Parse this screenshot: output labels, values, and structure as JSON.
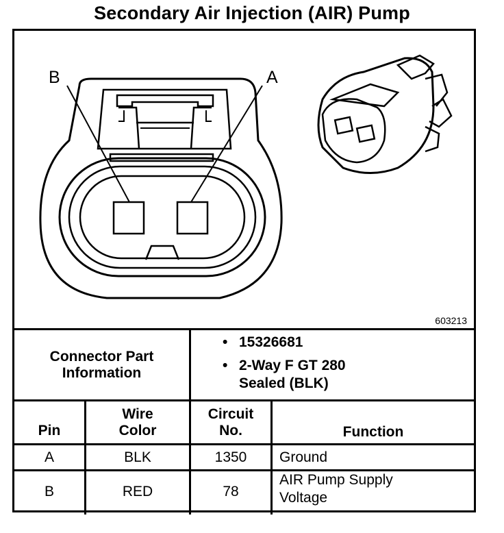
{
  "title": "Secondary Air Injection (AIR) Pump",
  "diagram": {
    "label_b": "B",
    "label_a": "A",
    "figure_id": "603213"
  },
  "connector_info": {
    "heading_line1": "Connector Part",
    "heading_line2": "Information",
    "bullets": [
      "15326681",
      "2-Way F GT 280"
    ],
    "bullet2_cont": "Sealed (BLK)"
  },
  "table": {
    "headers": {
      "pin": "Pin",
      "wire_color_1": "Wire",
      "wire_color_2": "Color",
      "circuit_1": "Circuit",
      "circuit_2": "No.",
      "function": "Function"
    },
    "rows": [
      {
        "pin": "A",
        "color": "BLK",
        "circuit": "1350",
        "function_1": "Ground",
        "function_2": ""
      },
      {
        "pin": "B",
        "color": "RED",
        "circuit": "78",
        "function_1": "AIR Pump Supply",
        "function_2": "Voltage"
      }
    ]
  }
}
